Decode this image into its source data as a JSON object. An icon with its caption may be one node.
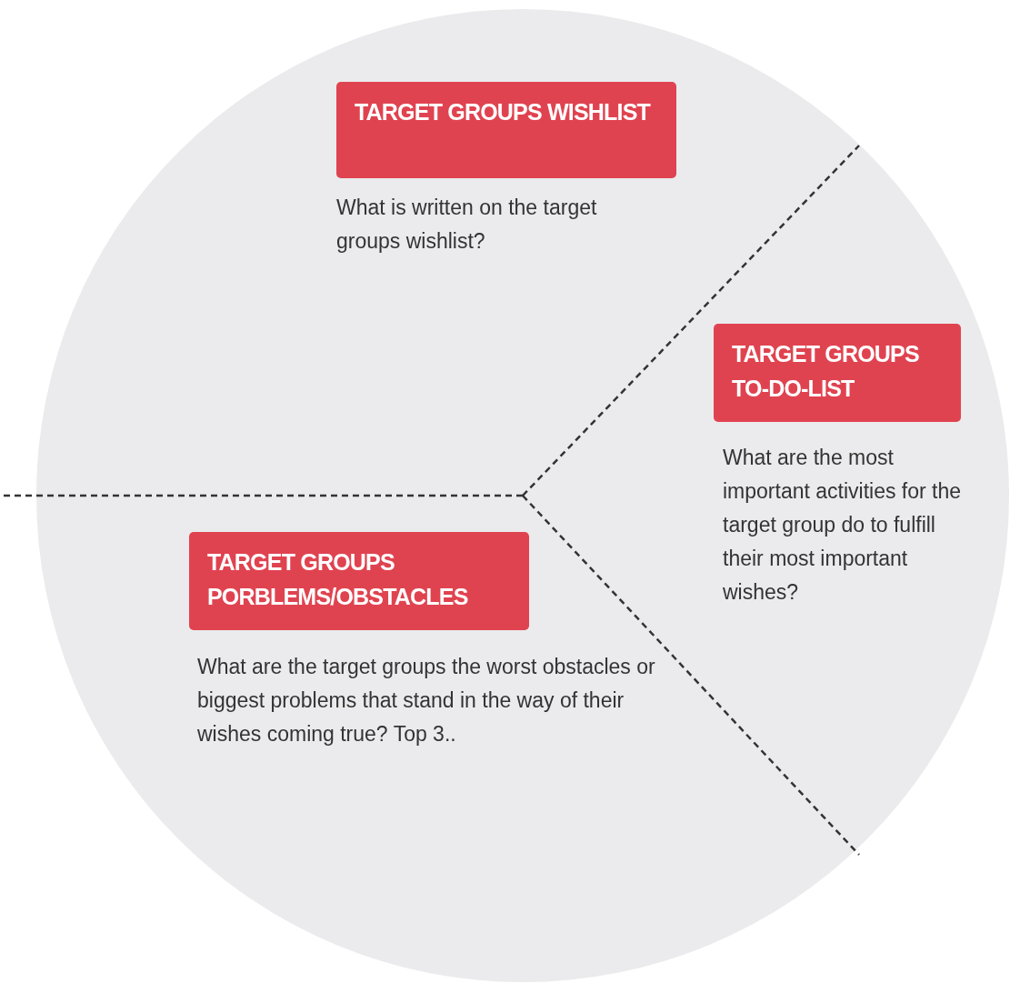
{
  "diagram": {
    "nodes": [
      {
        "text": [],
        "shape": "circle"
      },
      {
        "text": [
          "TARGET GROUPS WISHLIST"
        ],
        "in": 0,
        "beside": [
          "What is written on the target groups wishlist?"
        ]
      },
      {
        "text": [
          "TARGET GROUPS TO-DO-LIST"
        ],
        "in": 0,
        "beside": [
          "What are the most important activities for the target group do to fulfill their most important wishes?"
        ]
      },
      {
        "text": [
          "TARGET GROUPS PORBLEMS/OBSTACLES"
        ],
        "in": 0,
        "beside": [
          "What are the target groups the worst obstacles or biggest problems that stand in the way of their wishes coming true? Top 3.."
        ]
      }
    ]
  }
}
